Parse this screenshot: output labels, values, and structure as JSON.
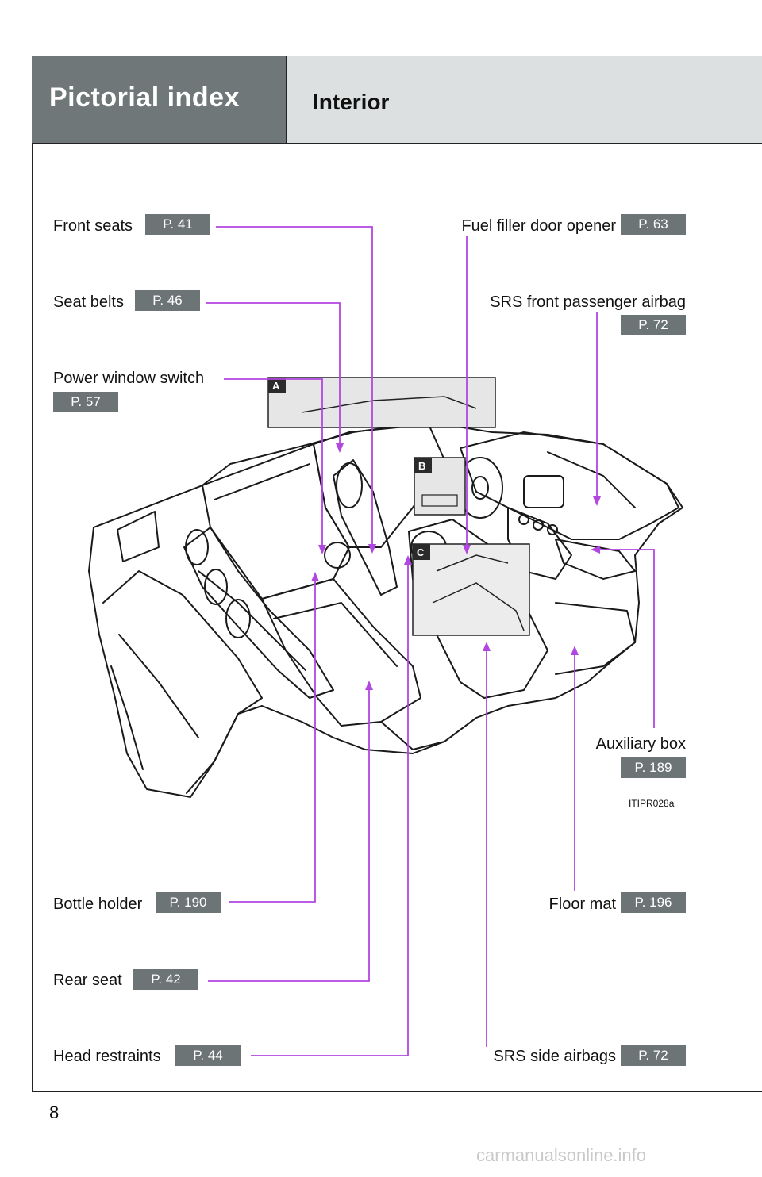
{
  "header": {
    "section": "Pictorial index",
    "topic": "Interior"
  },
  "callouts": {
    "front_seats": {
      "label": "Front seats",
      "page": "P. 41"
    },
    "seat_belts": {
      "label": "Seat belts",
      "page": "P. 46"
    },
    "power_window": {
      "label": "Power window switch",
      "page": "P. 57"
    },
    "fuel_filler": {
      "label": "Fuel filler door opener",
      "page": "P. 63"
    },
    "srs_front": {
      "label": "SRS front passenger airbag",
      "page": "P. 72"
    },
    "auxiliary_box": {
      "label": "Auxiliary box",
      "page": "P. 189"
    },
    "bottle_holder": {
      "label": "Bottle holder",
      "page": "P. 190"
    },
    "rear_seat": {
      "label": "Rear seat",
      "page": "P. 42"
    },
    "head_restraints": {
      "label": "Head restraints",
      "page": "P. 44"
    },
    "floor_mat": {
      "label": "Floor mat",
      "page": "P. 196"
    },
    "srs_side": {
      "label": "SRS side airbags",
      "page": "P. 72"
    }
  },
  "insets": {
    "a": "A",
    "b": "B",
    "c": "C"
  },
  "figure_code": "ITIPR028a",
  "page_number": "8",
  "watermark": "carmanualsonline.info",
  "colors": {
    "header_dark": "#6f7778",
    "header_light": "#dde0e0",
    "leader": "#b246e0",
    "page_badge": "#6c7475"
  }
}
